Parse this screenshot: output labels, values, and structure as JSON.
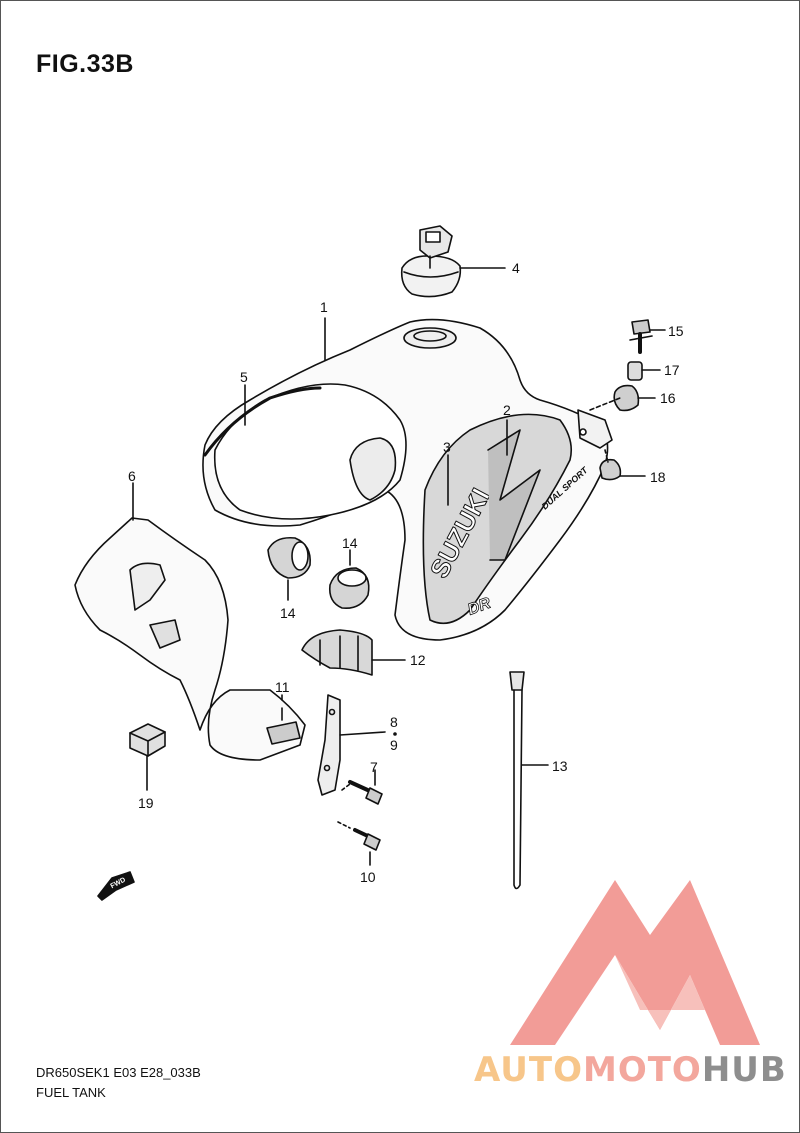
{
  "title": "FIG.33B",
  "footer": {
    "model_code": "DR650SEK1 E03 E28_033B",
    "name": "FUEL TANK"
  },
  "tank_graphics": {
    "brand": "SUZUKI",
    "model": "DR",
    "tag": "DUAL SPORT"
  },
  "fwd_label": "FWD",
  "callouts": [
    "1",
    "2",
    "3",
    "4",
    "5",
    "6",
    "7",
    "8",
    "9",
    "10",
    "11",
    "12",
    "13",
    "14",
    "14",
    "15",
    "16",
    "17",
    "18",
    "19"
  ],
  "watermark": {
    "part1": "AUTO",
    "part2": "MOTO",
    "part3": "HUB",
    "colors": {
      "auto": "#f7c68a",
      "moto": "#f3a79d",
      "hub": "#8e8e8e",
      "logo": "#f08b86"
    }
  }
}
